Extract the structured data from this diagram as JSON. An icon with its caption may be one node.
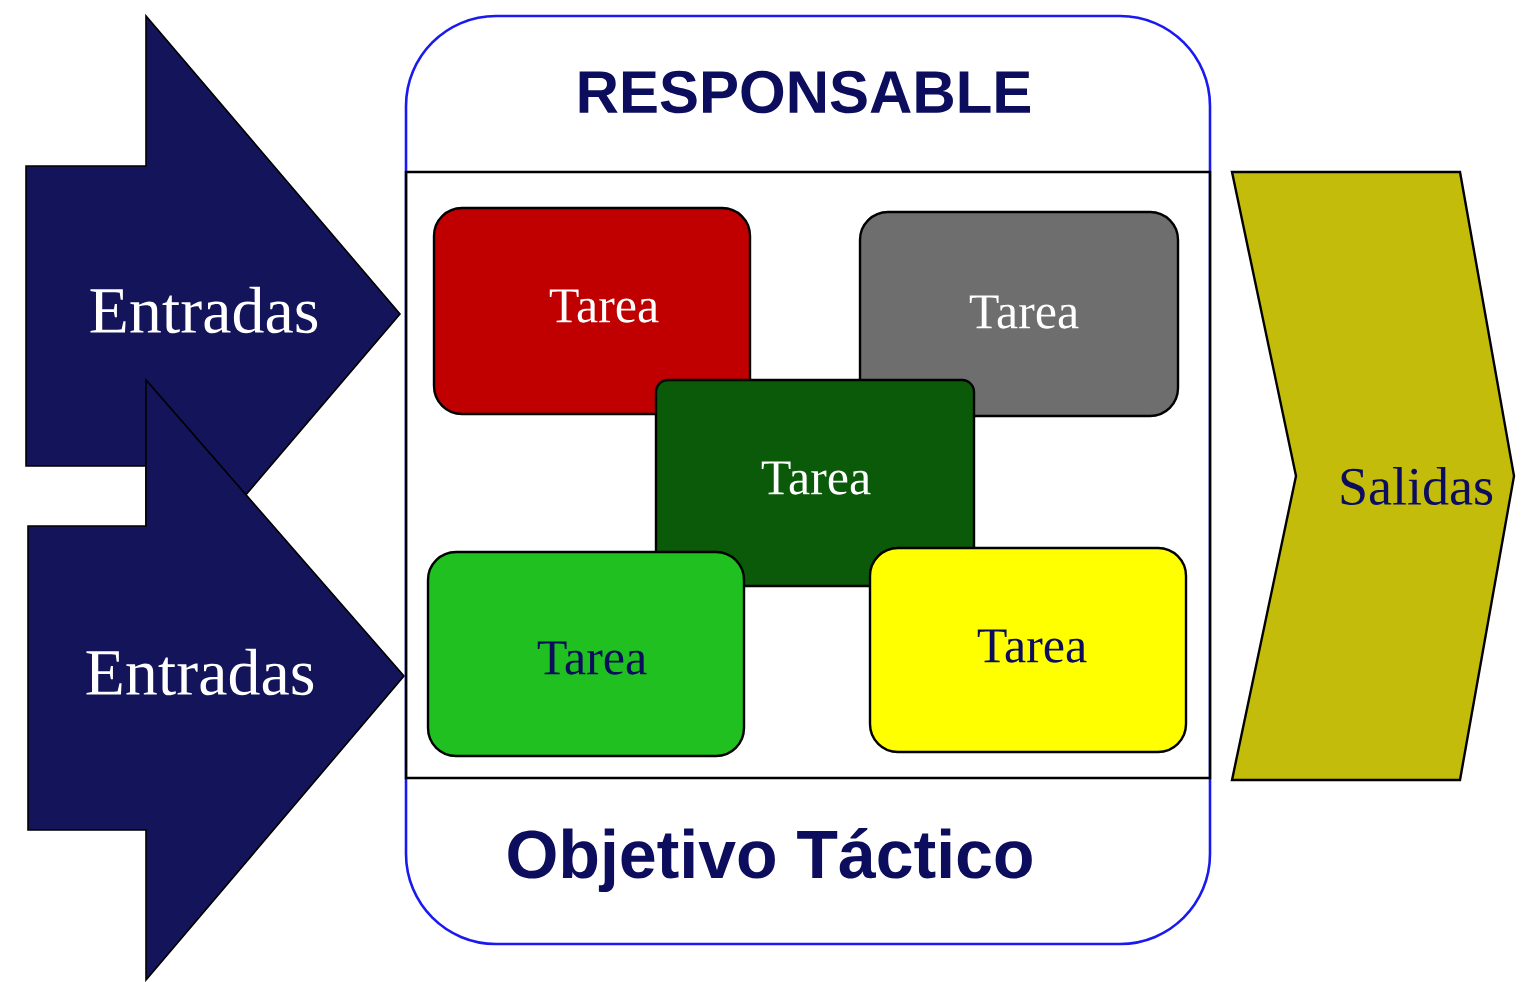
{
  "diagram": {
    "nodes": [
      {
        "text": [
          "Entradas"
        ]
      },
      {
        "text": [
          "Entradas"
        ]
      },
      {
        "text": [
          "RESPONSABLE",
          "Objetivo Táctico"
        ]
      },
      {
        "text": [
          "Tarea"
        ],
        "in": 2
      },
      {
        "text": [
          "Tarea"
        ],
        "in": 2
      },
      {
        "text": [
          "Tarea"
        ],
        "in": 2
      },
      {
        "text": [
          "Tarea"
        ],
        "in": 2
      },
      {
        "text": [
          "Tarea"
        ],
        "in": 2
      },
      {
        "text": [
          "Salidas"
        ]
      }
    ]
  }
}
